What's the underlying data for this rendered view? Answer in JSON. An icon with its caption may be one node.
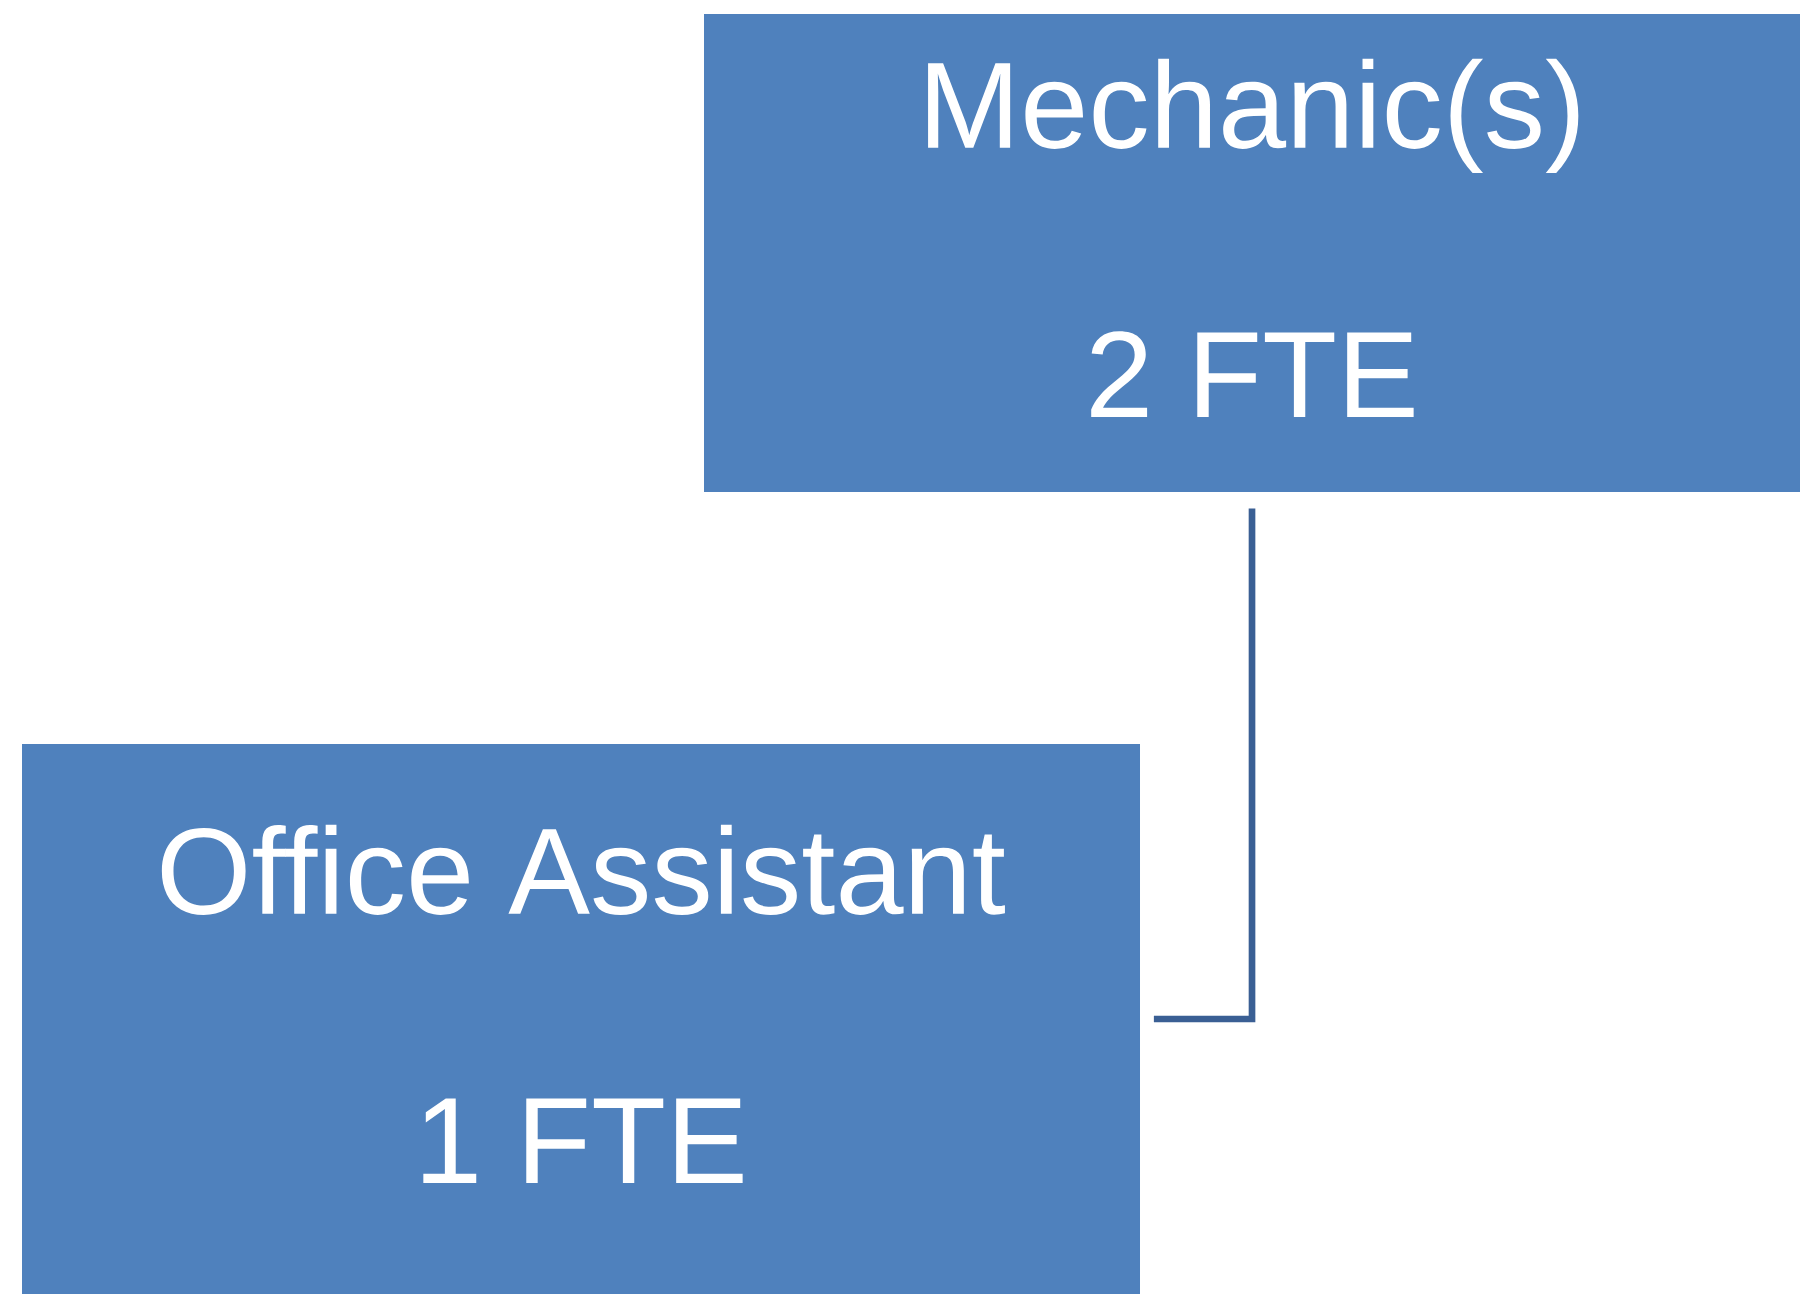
{
  "diagram": {
    "nodes": [
      {
        "text": [
          "Mechanic(s)",
          "2 FTE"
        ]
      },
      {
        "text": [
          "Office Assistant",
          "1 FTE"
        ]
      }
    ],
    "edges": [
      {
        "from": 0,
        "to": 1,
        "arrow": "none"
      }
    ]
  }
}
